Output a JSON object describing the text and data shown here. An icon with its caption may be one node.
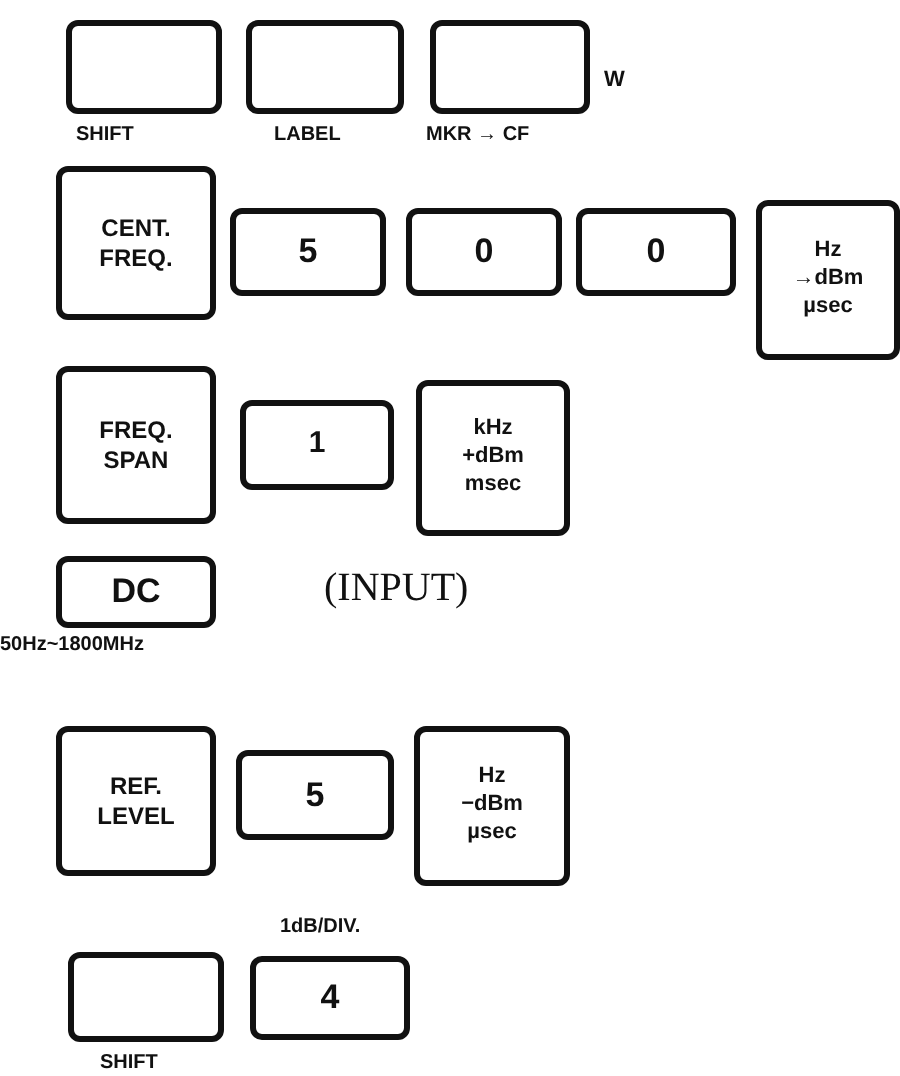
{
  "diagram": {
    "nodes": [
      {
        "text": [],
        "shape": "box",
        "beside": [
          "SHIFT"
        ]
      },
      {
        "text": [],
        "shape": "box",
        "beside": [
          "LABEL"
        ]
      },
      {
        "text": [],
        "shape": "box",
        "beside": [
          "MKR → CF",
          "W"
        ]
      },
      {
        "text": [
          "CENT. FREQ."
        ]
      },
      {
        "text": [
          "5"
        ]
      },
      {
        "text": [
          "0"
        ]
      },
      {
        "text": [
          "0"
        ]
      },
      {
        "text": [
          "Hz",
          "→dBm",
          "µsec"
        ]
      },
      {
        "text": [
          "FREQ. SPAN"
        ]
      },
      {
        "text": [
          "1"
        ]
      },
      {
        "text": [
          "kHz",
          "+dBm",
          "msec"
        ]
      },
      {
        "text": [
          "DC"
        ],
        "beside": [
          "50Hz~1800MHz"
        ]
      },
      {
        "text": [
          "REF. LEVEL"
        ]
      },
      {
        "text": [
          "5"
        ]
      },
      {
        "text": [
          "Hz",
          "−dBm",
          "µsec"
        ]
      },
      {
        "text": [],
        "shape": "box",
        "beside": [
          "SHIFT"
        ]
      },
      {
        "text": [
          "4"
        ],
        "beside": [
          "1dB/DIV."
        ]
      }
    ],
    "labels": [
      "(INPUT)"
    ]
  }
}
